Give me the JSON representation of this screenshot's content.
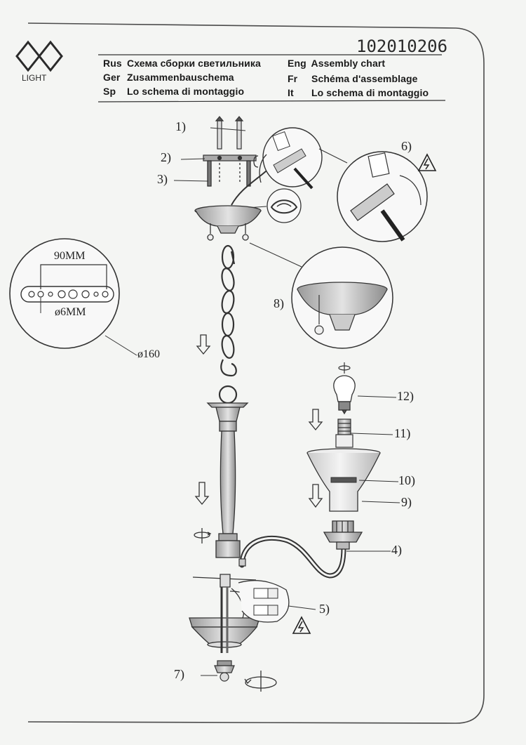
{
  "brand": {
    "name": "LIGHT"
  },
  "document_number": "102010206",
  "titles": [
    {
      "code": "Rus",
      "text": "Схема сборки светильника"
    },
    {
      "code": "Ger",
      "text": "Zusammenbauschema"
    },
    {
      "code": "Sp",
      "text": "Lo schema di montaggio"
    },
    {
      "code": "Eng",
      "text": "Assembly chart"
    },
    {
      "code": "Fr",
      "text": "Schéma d'assemblage"
    },
    {
      "code": "It",
      "text": "Lo schema di montaggio"
    }
  ],
  "callouts": {
    "p1": "1)",
    "p2": "2)",
    "p3": "3)",
    "p4": "4)",
    "p5": "5)",
    "p6": "6)",
    "p7": "7)",
    "p8": "8)",
    "p9": "9)",
    "p10": "10)",
    "p11": "11)",
    "p12": "12)"
  },
  "dimensions": {
    "hole_spacing": "90MM",
    "hole_diameter": "ø6MM",
    "canopy_diameter": "ø160"
  },
  "colors": {
    "ink": "#2a2a2a",
    "paper": "#f4f5f3"
  },
  "icons": [
    "electric-hazard-icon",
    "rotate-icon",
    "down-arrow-icon"
  ]
}
